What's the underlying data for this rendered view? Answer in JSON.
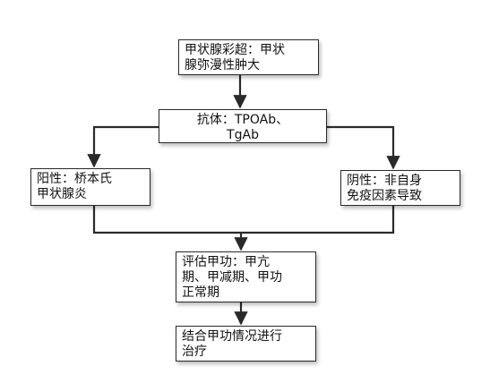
{
  "flowchart": {
    "nodes": {
      "ultrasound": "甲状腺彩超：甲状\n腺弥漫性肿大",
      "antibody": "抗体：TPOAb、\nTgAb",
      "positive": "阳性：桥本氏\n甲状腺炎",
      "negative": "阴性：非自身\n免疫因素导致",
      "thyroid_function": "评估甲功：甲亢\n期、甲减期、甲功\n正常期",
      "treatment": "结合甲功情况进行\n治疗"
    },
    "colors": {
      "line": "#2a2a2a",
      "node_border": "#2a2a2a",
      "node_fill": "#ffffff",
      "text": "#111111"
    }
  }
}
